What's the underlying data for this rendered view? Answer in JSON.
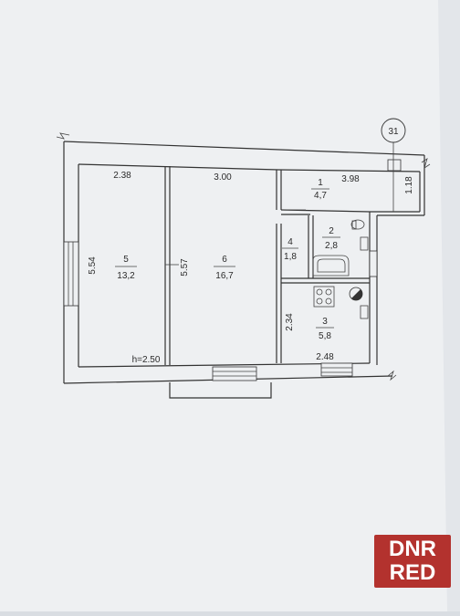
{
  "plan": {
    "building_number": "31",
    "rooms": [
      {
        "id": "1",
        "area": "4,7"
      },
      {
        "id": "2",
        "area": "2,8"
      },
      {
        "id": "3",
        "area": "5,8"
      },
      {
        "id": "4",
        "area": "1,8"
      },
      {
        "id": "5",
        "area": "13,2"
      },
      {
        "id": "6",
        "area": "16,7"
      }
    ],
    "dimensions": {
      "room5_width": "2.38",
      "room6_width": "3.00",
      "room1_width": "3.98",
      "room1_depth": "1.18",
      "room5_depth": "5.54",
      "room6_depth": "5.57",
      "room3_depth": "2.34",
      "room3_width": "2.48"
    },
    "ceiling_height": "h=2.50"
  },
  "watermark": {
    "line1": "DNR",
    "line2": "RED"
  }
}
